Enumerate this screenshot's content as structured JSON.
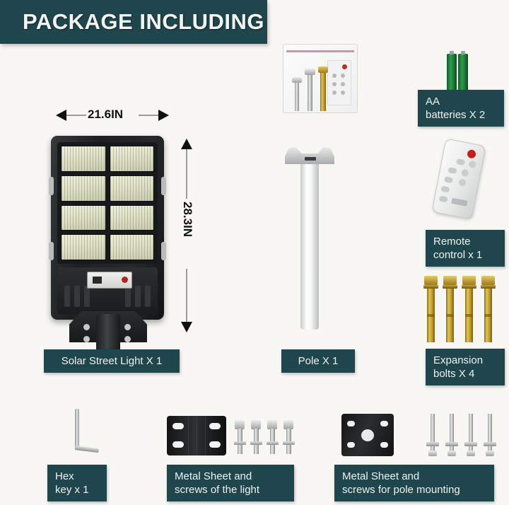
{
  "header": {
    "title": "PACKAGE INCLUDING",
    "banner_color": "#1f464c"
  },
  "theme": {
    "label_bg": "#1f464c",
    "label_text": "#eef2f1",
    "page_bg": "#f8f7f4",
    "battery_green": "#2f9c4c",
    "brass": "#c6a431",
    "bolt_silver": "#c4c7c8"
  },
  "dimensions": {
    "width_label": "21.6IN",
    "height_label": "28.3IN"
  },
  "items": [
    {
      "id": "solar-street-light",
      "icon": "solar-street-light-icon",
      "caption": "Solar Street Light X 1",
      "quantity": 1,
      "align": "center"
    },
    {
      "id": "pole",
      "icon": "pole-icon",
      "caption": "Pole X 1",
      "quantity": 1,
      "align": "center"
    },
    {
      "id": "hardware-bag",
      "icon": "hardware-bag-icon",
      "caption": "",
      "quantity": 1,
      "align": "center"
    },
    {
      "id": "aa-batteries",
      "icon": "aa-battery-icon",
      "caption": "AA\nbatteries X 2",
      "quantity": 2,
      "align": "left"
    },
    {
      "id": "remote-control",
      "icon": "remote-control-icon",
      "caption": "Remote\ncontrol x 1",
      "quantity": 1,
      "align": "left"
    },
    {
      "id": "expansion-bolts",
      "icon": "expansion-bolt-icon",
      "caption": "Expansion\nbolts X 4",
      "quantity": 4,
      "align": "left"
    },
    {
      "id": "hex-key",
      "icon": "hex-key-icon",
      "caption": "Hex\nkey x 1",
      "quantity": 1,
      "align": "left"
    },
    {
      "id": "metal-sheet-light",
      "icon": "metal-sheet-light-icon",
      "caption": "Metal Sheet and\nscrews of the light",
      "quantity": 1,
      "align": "left"
    },
    {
      "id": "metal-sheet-pole",
      "icon": "metal-sheet-pole-icon",
      "caption": "Metal Sheet and\nscrews for pole mounting",
      "quantity": 1,
      "align": "left"
    }
  ]
}
